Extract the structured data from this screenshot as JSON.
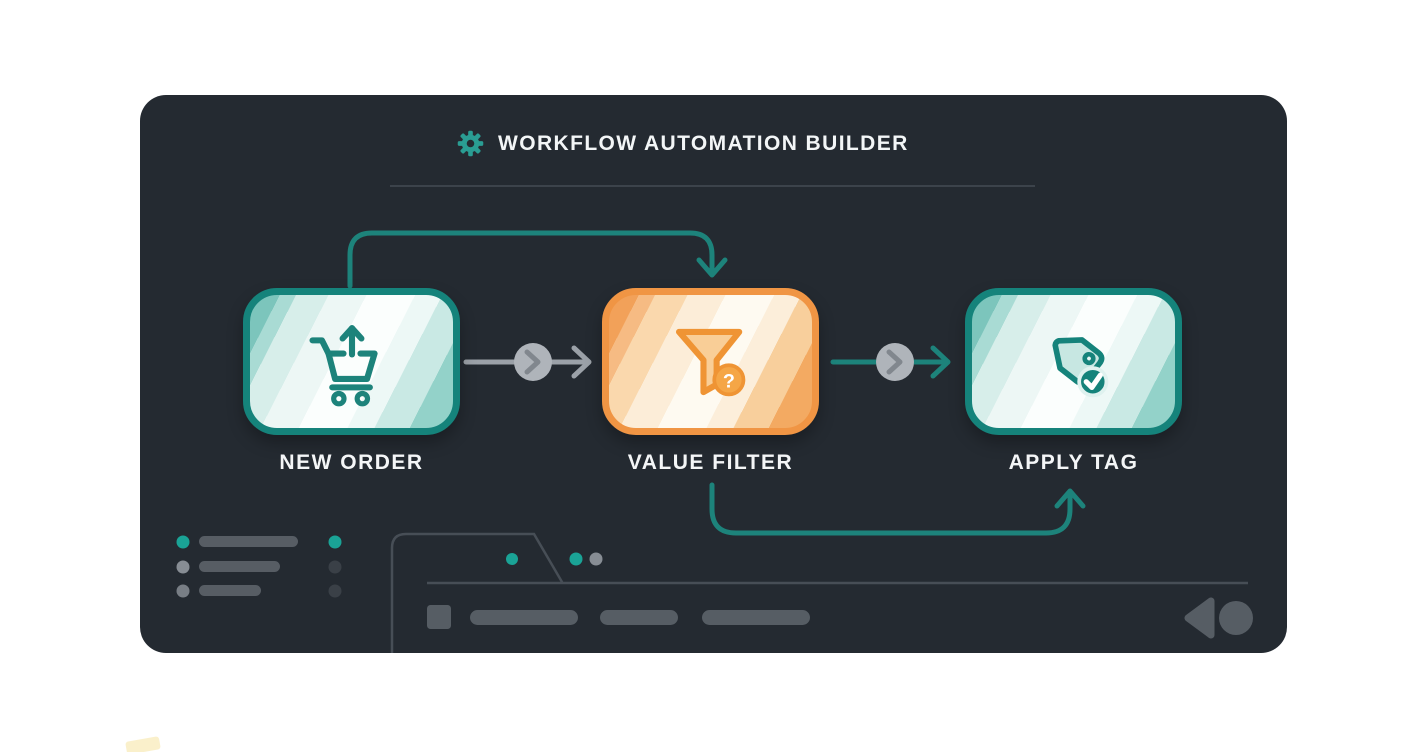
{
  "header": {
    "title": "WORKFLOW AUTOMATION BUILDER",
    "icon": "gear-icon"
  },
  "nodes": [
    {
      "id": "new-order",
      "label": "NEW ORDER",
      "icon": "cart-arrow-up-icon",
      "accent": "#15837B"
    },
    {
      "id": "value-filter",
      "label": "VALUE FILTER",
      "icon": "funnel-question-icon",
      "accent": "#F09544",
      "badge_glyph": "?"
    },
    {
      "id": "apply-tag",
      "label": "APPLY TAG",
      "icon": "tag-check-icon",
      "accent": "#15837B"
    }
  ],
  "connectors": [
    {
      "from": "new-order",
      "to": "value-filter",
      "style": "straight",
      "color": "#9BA1A8",
      "midpoint_icon": "chevron-right-circle-icon"
    },
    {
      "from": "value-filter",
      "to": "apply-tag",
      "style": "straight",
      "color": "#1D837B",
      "midpoint_icon": "chevron-right-circle-icon"
    },
    {
      "from": "new-order",
      "to": "value-filter",
      "style": "top-loop",
      "color": "#1D837B"
    },
    {
      "from": "value-filter",
      "to": "apply-tag",
      "style": "bottom-loop",
      "color": "#1D837B"
    }
  ],
  "colors": {
    "panel": "#242A31",
    "teal": "#1D837B",
    "teal_bright": "#1AA396",
    "orange": "#F09544",
    "orange_badge": "#F5A646",
    "gray_connector": "#9BA1A8",
    "divider": "#3C434B",
    "skeleton": "#575D64",
    "text": "#F4F6F7"
  }
}
